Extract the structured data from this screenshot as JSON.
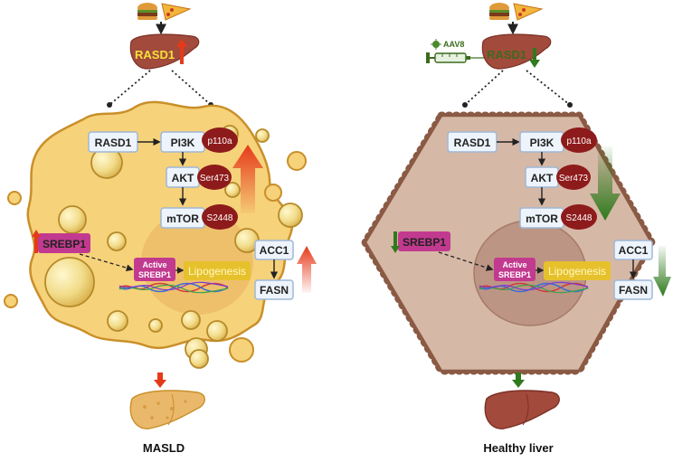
{
  "colors": {
    "masld_cell_fill": "#f6d27a",
    "masld_cell_stroke": "#c98f2a",
    "healthy_cell_fill": "#d6b8a6",
    "healthy_cell_stroke": "#8a5a44",
    "box_fill": "#eef4fb",
    "box_stroke": "#9fb7d6",
    "phospho_fill": "#8e1b1b",
    "srebp_fill": "#c23a8f",
    "lipogenesis_fill": "#e6c12c",
    "lipogenesis_text": "#fff7c0",
    "up_arrow": "#e53a1a",
    "down_arrow": "#2f7a1d",
    "rasd1_up_label": "#f5e23a",
    "rasd1_down_label": "#3c6b1e"
  },
  "icons": {
    "food": "burger-and-pizza-icon",
    "syringe": "syringe-icon",
    "virus": "virus-icon",
    "liver": "liver-icon"
  },
  "left": {
    "rasd1_label": "RASD1",
    "nodes": {
      "rasd1": "RASD1",
      "pi3k": "PI3K",
      "p110a": "p110a",
      "akt": "AKT",
      "ser473": "Ser473",
      "mtor": "mTOR",
      "s2448": "S2448",
      "acc1": "ACC1",
      "fasn": "FASN",
      "srebp1": "SREBP1",
      "active_srebp1_line1": "Active",
      "active_srebp1_line2": "SREBP1",
      "lipogenesis": "Lipogenesis"
    },
    "caption": "MASLD"
  },
  "right": {
    "rasd1_label": "RASD1",
    "aav_label": "AAV8",
    "nodes": {
      "rasd1": "RASD1",
      "pi3k": "PI3K",
      "p110a": "p110a",
      "akt": "AKT",
      "ser473": "Ser473",
      "mtor": "mTOR",
      "s2448": "S2448",
      "acc1": "ACC1",
      "fasn": "FASN",
      "srebp1": "SREBP1",
      "active_srebp1_line1": "Active",
      "active_srebp1_line2": "SREBP1",
      "lipogenesis": "Lipogenesis"
    },
    "caption": "Healthy liver"
  }
}
